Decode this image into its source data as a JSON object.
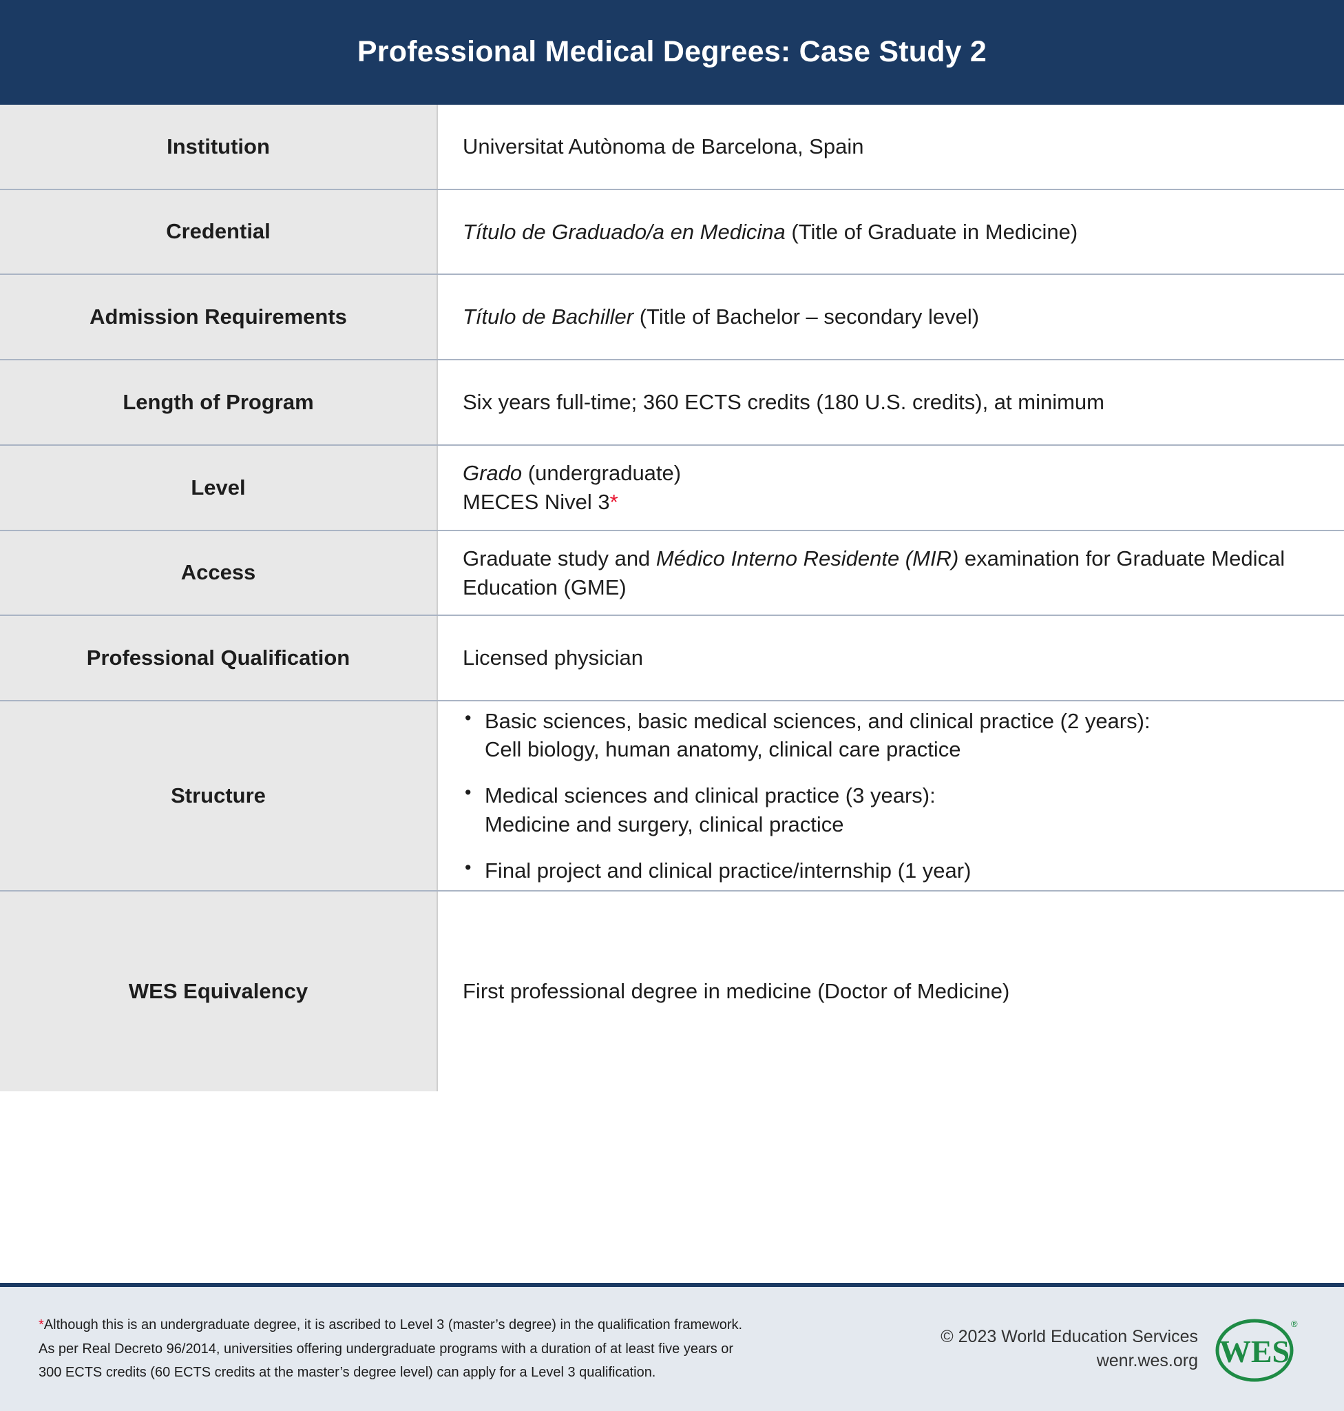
{
  "header": {
    "title": "Professional Medical Degrees: Case Study 2",
    "background_color": "#1B3A63",
    "text_color": "#FFFFFF"
  },
  "colors": {
    "header_navy": "#1B3A63",
    "label_cell_gray": "#E8E8E8",
    "row_border": "#AAB4C4",
    "footer_background": "#E4E9EF",
    "asterisk_red": "#E8112D",
    "logo_green": "#1E8B45"
  },
  "table": {
    "rows": [
      {
        "label": "Institution",
        "value_plain": "Universitat Autònoma de Barcelona, Spain"
      },
      {
        "label": "Credential",
        "value_italic": "Título de Graduado/a en Medicina",
        "value_plain": " (Title of Graduate in Medicine)"
      },
      {
        "label": "Admission Requirements",
        "value_italic": "Título de Bachiller",
        "value_plain": " (Title of Bachelor – secondary level)"
      },
      {
        "label": "Length of Program",
        "value_plain": "Six years full-time; 360 ECTS credits (180 U.S. credits), at minimum"
      },
      {
        "label": "Level",
        "line1_italic": "Grado",
        "line1_plain": " (undergraduate)",
        "line2_plain": "MECES Nivel 3",
        "line2_asterisk": "*"
      },
      {
        "label": "Access",
        "part1_plain": "Graduate study and ",
        "part2_italic": "Médico Interno Residente (MIR)",
        "part3_plain": " examination for Graduate Medical Education (GME)"
      },
      {
        "label": "Professional Qualification",
        "value_plain": "Licensed physician"
      },
      {
        "label": "Structure",
        "bullets": [
          "Basic sciences, basic medical sciences, and clinical practice (2 years):\nCell biology, human anatomy, clinical care practice",
          "Medical sciences and clinical practice (3 years):\nMedicine and surgery, clinical practice",
          "Final project and clinical practice/internship (1 year)"
        ]
      },
      {
        "label": "WES Equivalency",
        "value_plain": "First professional degree in medicine (Doctor of Medicine)"
      }
    ]
  },
  "footer": {
    "footnote_asterisk": "*",
    "footnote_line1": "Although this is an undergraduate degree, it is ascribed to Level 3 (master’s degree) in the qualification framework.",
    "footnote_line2": "As per Real Decreto 96/2014, universities offering undergraduate programs with a duration of at least five years or",
    "footnote_line3": "300 ECTS credits (60 ECTS credits at the master’s degree level) can apply for a Level 3 qualification.",
    "copyright_line1": "© 2023 World Education Services",
    "copyright_line2": "wenr.wes.org",
    "logo_text": "WES",
    "logo_trademark": "®"
  }
}
